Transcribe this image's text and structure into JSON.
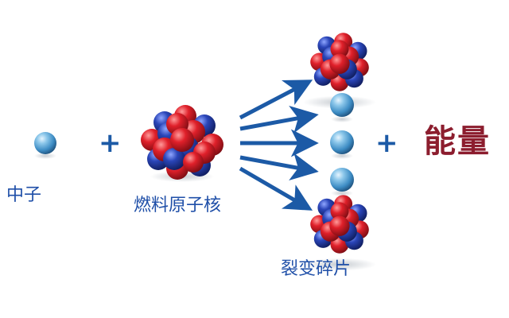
{
  "labels": {
    "neutron": "中子",
    "fuel_nucleus": "燃料原子核",
    "fission_fragments": "裂变碎片",
    "energy": "能量",
    "plus_1": "+",
    "plus_2": "+"
  },
  "colors": {
    "label_text": "#1f4fa8",
    "energy_text": "#8c1d2e",
    "arrow": "#1c5aa6",
    "proton_red": "#e0202a",
    "neutron_blue": "#2a45b8",
    "free_neutron": "#4a9ad0"
  }
}
